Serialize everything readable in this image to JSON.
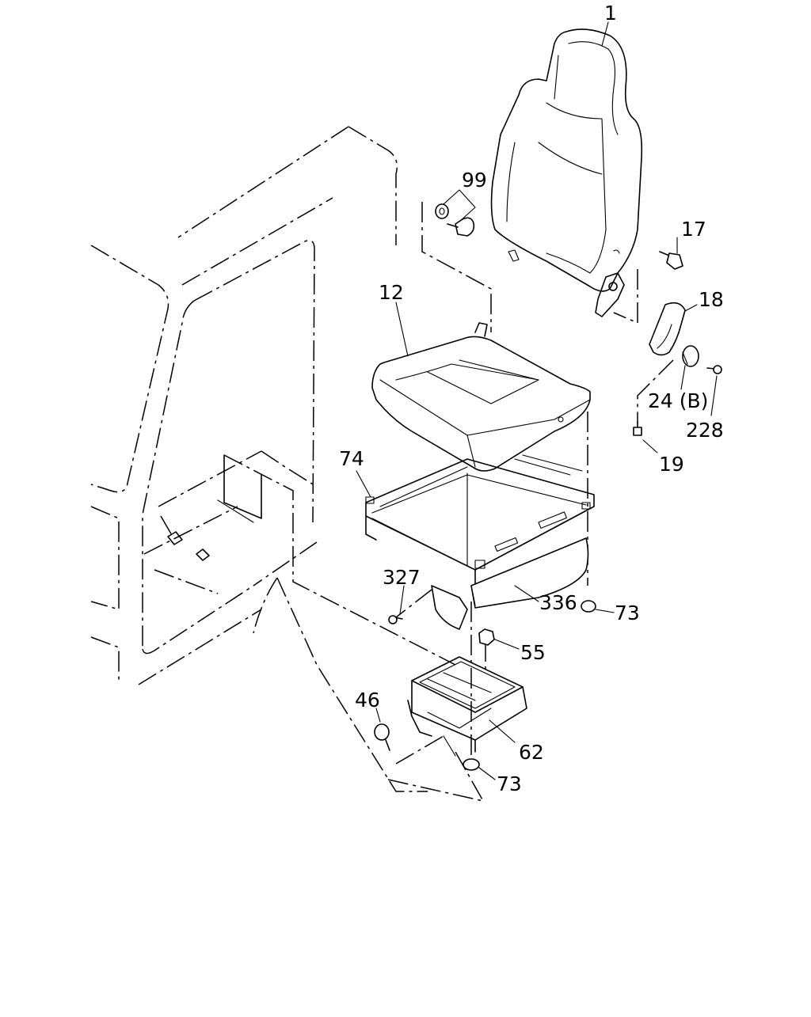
{
  "callouts": [
    {
      "id": "1",
      "label": "1"
    },
    {
      "id": "99",
      "label": "99"
    },
    {
      "id": "17",
      "label": "17"
    },
    {
      "id": "18",
      "label": "18"
    },
    {
      "id": "12",
      "label": "12"
    },
    {
      "id": "24",
      "label": "24 (B)"
    },
    {
      "id": "228",
      "label": "228"
    },
    {
      "id": "19",
      "label": "19"
    },
    {
      "id": "74",
      "label": "74"
    },
    {
      "id": "327",
      "label": "327"
    },
    {
      "id": "336",
      "label": "336"
    },
    {
      "id": "73a",
      "label": "73"
    },
    {
      "id": "55",
      "label": "55"
    },
    {
      "id": "46",
      "label": "46"
    },
    {
      "id": "62",
      "label": "62"
    },
    {
      "id": "73b",
      "label": "73"
    }
  ]
}
